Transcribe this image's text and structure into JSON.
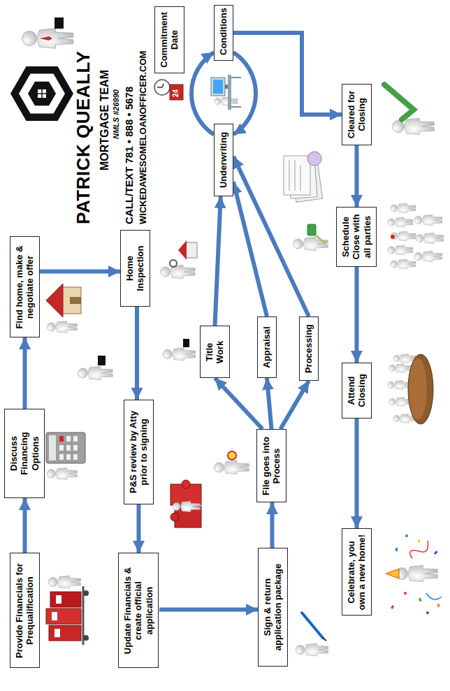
{
  "diagram": {
    "nodes": [
      {
        "text": [
          "Provide Financials for Prequalification"
        ]
      },
      {
        "text": [
          "Discuss Financing Options"
        ]
      },
      {
        "text": [
          "Find home, make & negotiate offer"
        ]
      },
      {
        "text": [
          "Home Inspection"
        ]
      },
      {
        "text": [
          "P&S review by Atty prior to signing"
        ]
      },
      {
        "text": [
          "Update Financials & create official application"
        ]
      },
      {
        "text": [
          "Sign & return application package"
        ]
      },
      {
        "text": [
          "File goes into Process"
        ]
      },
      {
        "text": [
          "Title Work"
        ]
      },
      {
        "text": [
          "Appraisal"
        ]
      },
      {
        "text": [
          "Processing"
        ]
      },
      {
        "text": [
          "Underwriting"
        ]
      },
      {
        "text": [
          "Commitment Date"
        ]
      },
      {
        "text": [
          "Conditions"
        ]
      },
      {
        "text": [
          "Cleared for Closing"
        ]
      },
      {
        "text": [
          "Schedule Close with all parties"
        ]
      },
      {
        "text": [
          "Attend Closing"
        ]
      },
      {
        "text": [
          "Celebrate, you own a new home!"
        ]
      }
    ],
    "edges": [
      {
        "from": 0,
        "to": 1,
        "arrow": "to"
      },
      {
        "from": 1,
        "to": 2,
        "arrow": "to"
      },
      {
        "from": 2,
        "to": 3,
        "arrow": "to"
      },
      {
        "from": 3,
        "to": 4,
        "arrow": "to"
      },
      {
        "from": 4,
        "to": 5,
        "arrow": "to"
      },
      {
        "from": 5,
        "to": 6,
        "arrow": "to"
      },
      {
        "from": 6,
        "to": 7,
        "arrow": "to"
      },
      {
        "from": 7,
        "to": 8,
        "arrow": "to"
      },
      {
        "from": 7,
        "to": 9,
        "arrow": "to"
      },
      {
        "from": 7,
        "to": 10,
        "arrow": "to"
      },
      {
        "from": 8,
        "to": 11,
        "arrow": "to"
      },
      {
        "from": 9,
        "to": 11,
        "arrow": "to"
      },
      {
        "from": 10,
        "to": 11,
        "arrow": "to"
      },
      {
        "from": 11,
        "to": 13,
        "arrow": "to"
      },
      {
        "from": 13,
        "to": 11,
        "arrow": "to"
      },
      {
        "from": 13,
        "to": 14,
        "arrow": "to"
      },
      {
        "from": 14,
        "to": 15,
        "arrow": "to"
      },
      {
        "from": 15,
        "to": 16,
        "arrow": "to"
      },
      {
        "from": 16,
        "to": 17,
        "arrow": "to"
      }
    ],
    "labels": [
      "PATRICK QUEALLY",
      "MORTGAGE TEAM",
      "NMLS #26990",
      "CALL/TEXT 781 • 888 • 5678",
      "WICKEDAWESOMELOANOFFICER.COM",
      "24"
    ]
  }
}
